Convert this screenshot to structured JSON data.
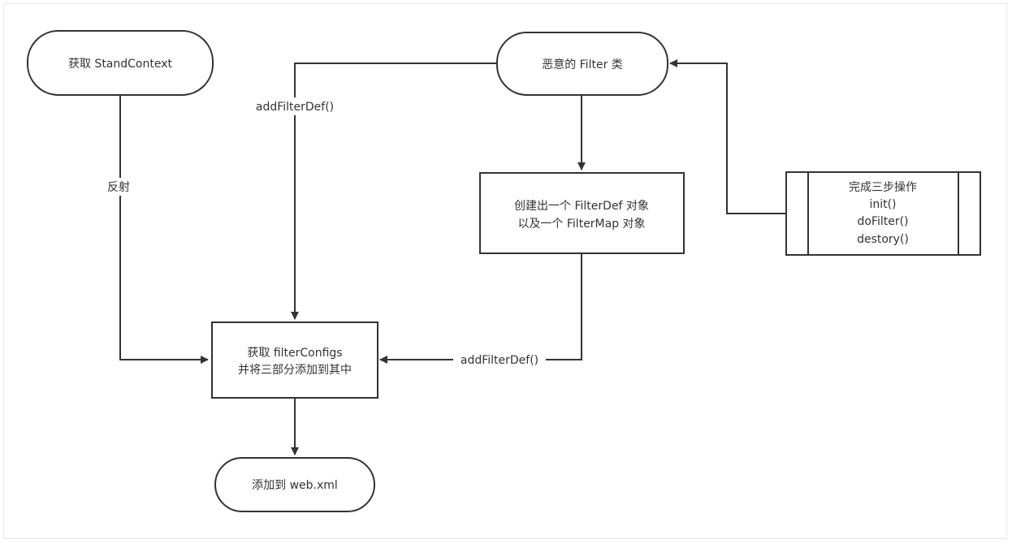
{
  "diagram": {
    "nodes": {
      "get_context": {
        "shape": "terminator",
        "label": "获取 StandContext"
      },
      "malicious_filter": {
        "shape": "terminator",
        "label": "恶意的 Filter 类"
      },
      "create_objects": {
        "shape": "process",
        "lines": [
          "创建出一个 FilterDef 对象",
          "以及一个 FilterMap 对象"
        ]
      },
      "three_steps": {
        "shape": "predefined-process",
        "lines": [
          "完成三步操作",
          "init()",
          "doFilter()",
          "destory()"
        ]
      },
      "get_filter_configs": {
        "shape": "process",
        "lines": [
          "获取 filterConfigs",
          "并将三部分添加到其中"
        ]
      },
      "add_to_webxml": {
        "shape": "terminator",
        "label": "添加到 web.xml"
      }
    },
    "edges": {
      "reflect": {
        "from": "get_context",
        "to": "get_filter_configs",
        "label": "反射"
      },
      "filter_to_configs": {
        "from": "malicious_filter",
        "to": "get_filter_configs",
        "label": "addFilterDef()"
      },
      "filter_to_create": {
        "from": "malicious_filter",
        "to": "create_objects",
        "label": ""
      },
      "create_to_configs": {
        "from": "create_objects",
        "to": "get_filter_configs",
        "label": "addFilterDef()"
      },
      "steps_to_filter": {
        "from": "three_steps",
        "to": "malicious_filter",
        "label": ""
      },
      "configs_to_webxml": {
        "from": "get_filter_configs",
        "to": "add_to_webxml",
        "label": ""
      }
    },
    "colors": {
      "stroke": "#333333",
      "text": "#333333",
      "fill": "#ffffff",
      "frame": "#e6e6e6"
    }
  }
}
